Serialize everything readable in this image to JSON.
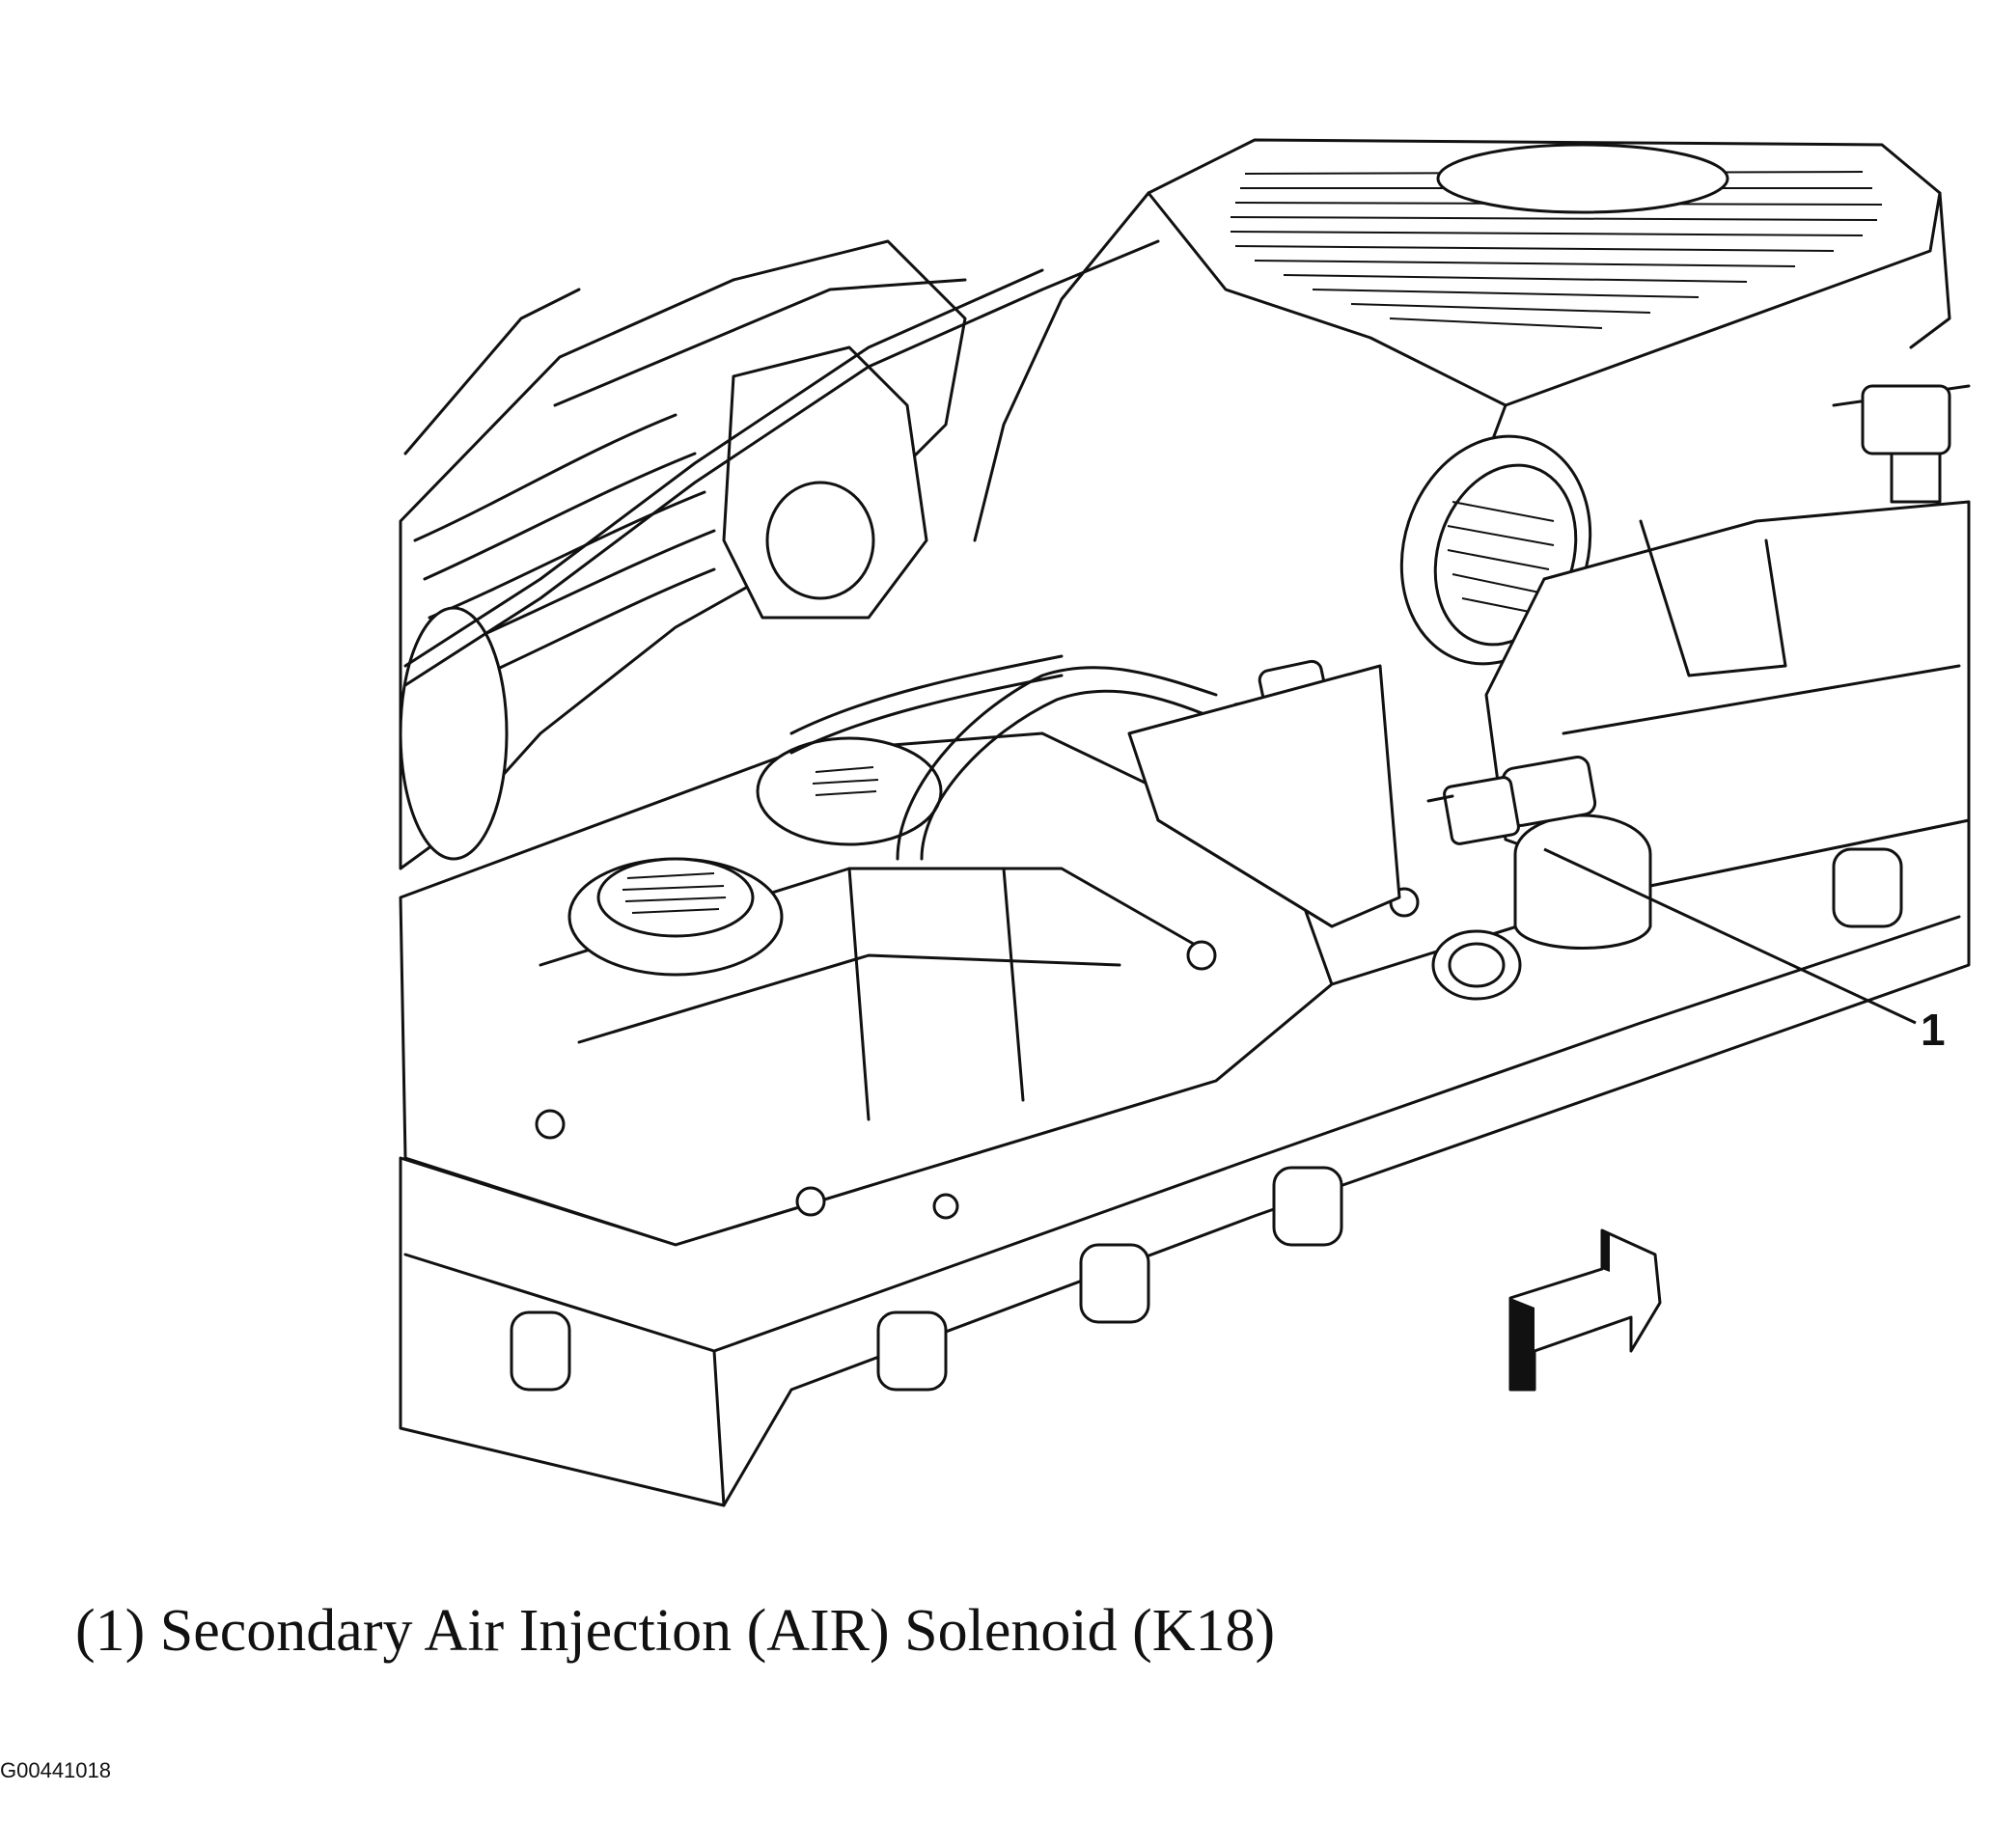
{
  "diagram": {
    "callout": {
      "number": "1"
    },
    "caption": "(1) Secondary Air Injection (AIR) Solenoid (K18)",
    "figure_id": "G00441018",
    "icons": {
      "engine": "engine-illustration",
      "direction_arrow": "forward-direction-arrow-icon"
    }
  }
}
